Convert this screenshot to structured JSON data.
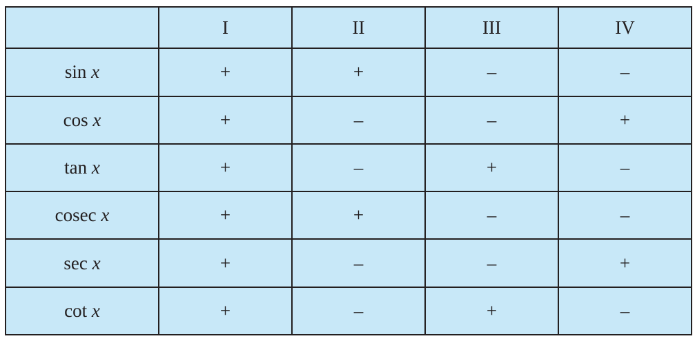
{
  "table": {
    "corner_label": "",
    "columns": [
      "I",
      "II",
      "III",
      "IV"
    ],
    "rows": [
      {
        "func": "sin",
        "var": "x",
        "signs": [
          "+",
          "+",
          "–",
          "–"
        ]
      },
      {
        "func": "cos",
        "var": "x",
        "signs": [
          "+",
          "–",
          "–",
          "+"
        ]
      },
      {
        "func": "tan",
        "var": "x",
        "signs": [
          "+",
          "–",
          "+",
          "–"
        ]
      },
      {
        "func": "cosec",
        "var": "x",
        "signs": [
          "+",
          "+",
          "–",
          "–"
        ]
      },
      {
        "func": "sec",
        "var": "x",
        "signs": [
          "+",
          "–",
          "–",
          "+"
        ]
      },
      {
        "func": "cot",
        "var": "x",
        "signs": [
          "+",
          "–",
          "+",
          "–"
        ]
      }
    ]
  },
  "colors": {
    "cell_background": "#c8e8f8",
    "border": "#231f20",
    "text": "#231f20"
  }
}
